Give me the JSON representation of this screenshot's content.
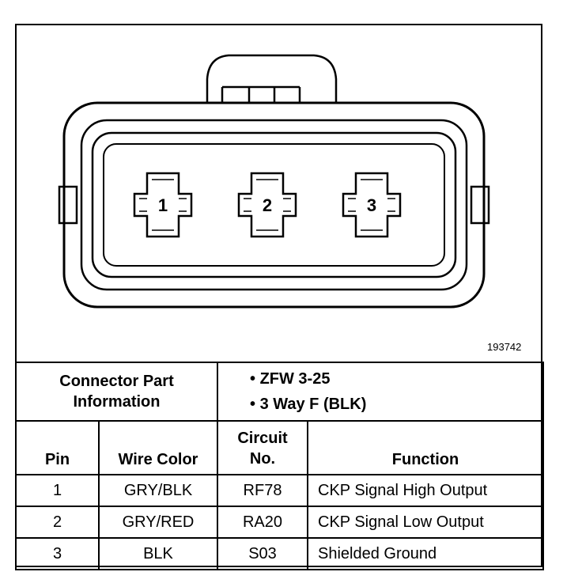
{
  "figure_id": "193742",
  "connector": {
    "pins": [
      "1",
      "2",
      "3"
    ]
  },
  "part_info": {
    "label": "Connector Part Information",
    "items": [
      "ZFW 3-25",
      "3 Way F (BLK)"
    ]
  },
  "table": {
    "headers": {
      "pin": "Pin",
      "wire_color": "Wire Color",
      "circuit_line1": "Circuit",
      "circuit_line2": "No.",
      "function": "Function"
    },
    "rows": [
      {
        "pin": "1",
        "wire_color": "GRY/BLK",
        "circuit": "RF78",
        "function": "CKP Signal High Output"
      },
      {
        "pin": "2",
        "wire_color": "GRY/RED",
        "circuit": "RA20",
        "function": "CKP Signal Low Output"
      },
      {
        "pin": "3",
        "wire_color": "BLK",
        "circuit": "S03",
        "function": "Shielded Ground"
      }
    ]
  }
}
